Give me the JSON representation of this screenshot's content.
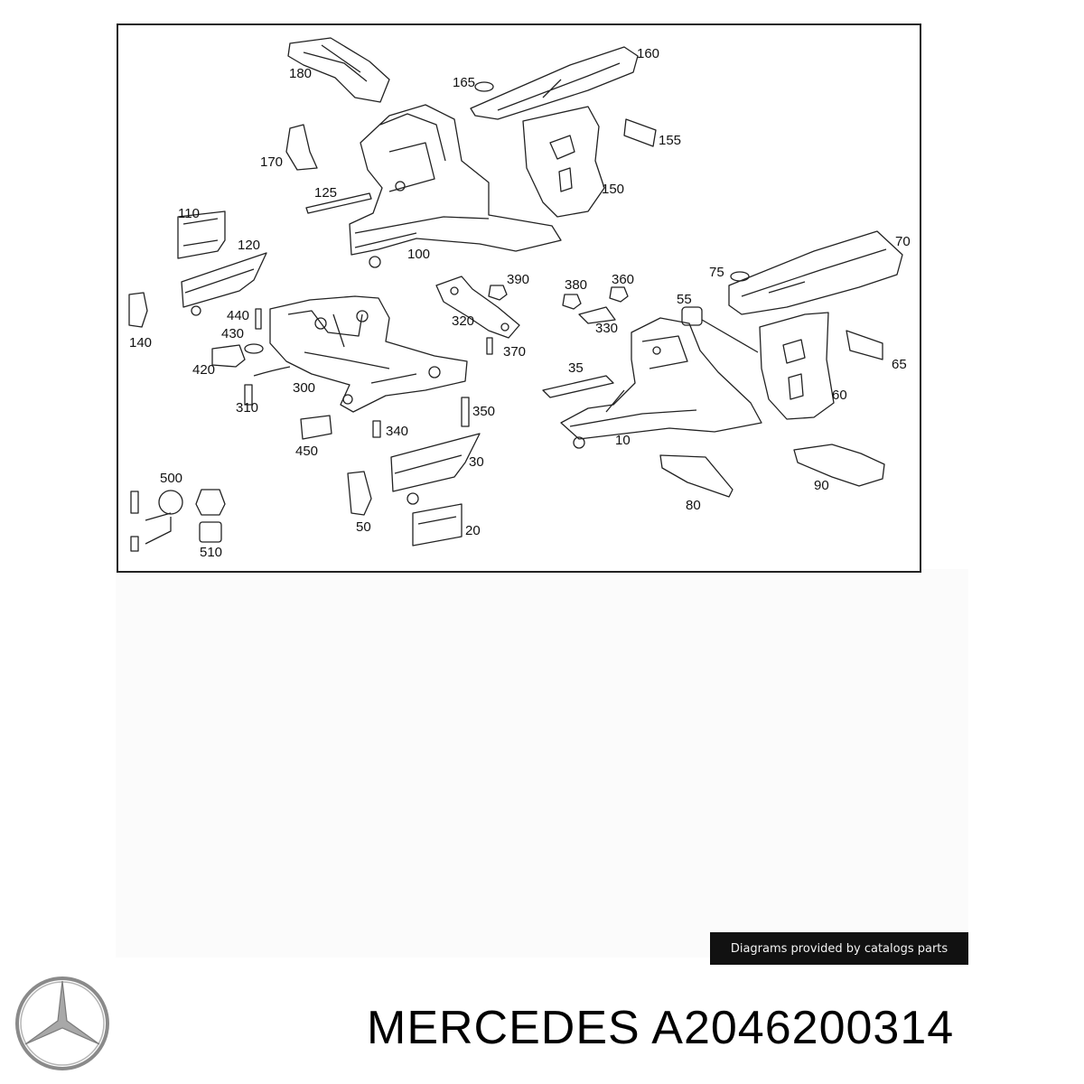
{
  "diagram": {
    "callouts": [
      "180",
      "160",
      "165",
      "155",
      "150",
      "170",
      "125",
      "100",
      "110",
      "120",
      "70",
      "75",
      "55",
      "65",
      "60",
      "140",
      "440",
      "430",
      "420",
      "390",
      "380",
      "360",
      "320",
      "330",
      "370",
      "35",
      "300",
      "310",
      "350",
      "340",
      "450",
      "10",
      "30",
      "90",
      "80",
      "500",
      "510",
      "50",
      "20"
    ]
  },
  "credit": {
    "text": "Diagrams provided by catalogs parts"
  },
  "footer": {
    "logo": "mercedes-star-logo",
    "title": "MERCEDES A2046200314"
  },
  "colors": {
    "ink": "#222222",
    "badge_bg": "#111111",
    "badge_text": "#f2f2f2",
    "logo_gray": "#8a8a8a"
  }
}
